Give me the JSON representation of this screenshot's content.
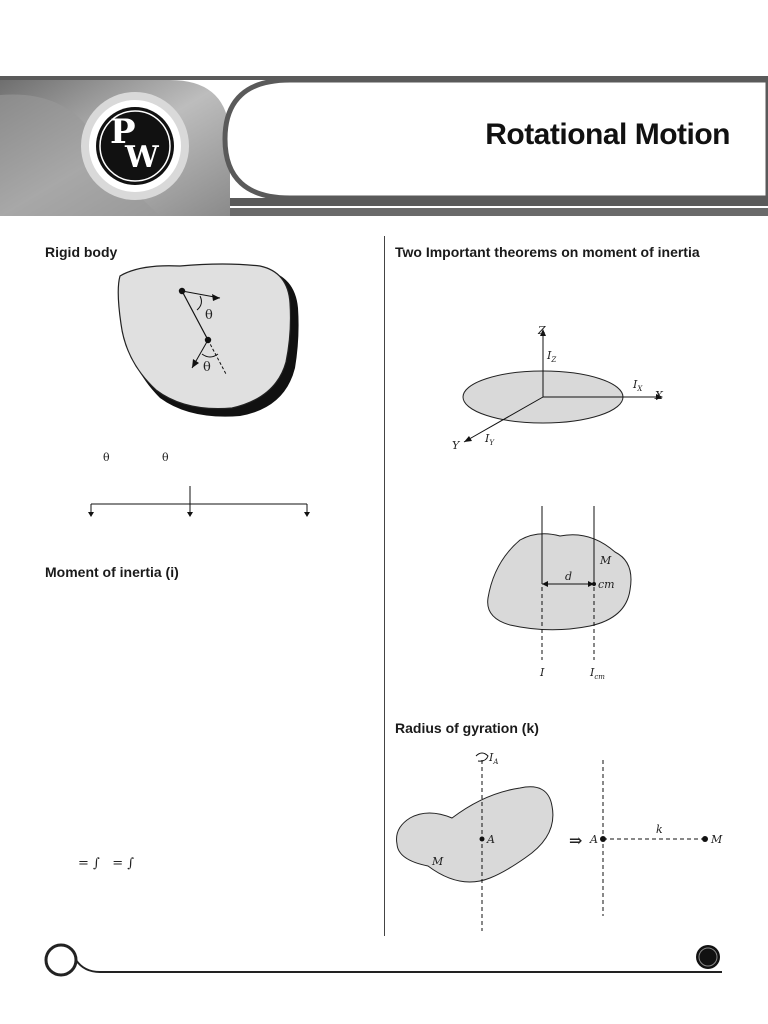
{
  "header": {
    "logo_text": "PW",
    "title": "Rotational Motion"
  },
  "left": {
    "rigid_body_title": "Rigid body",
    "theta_symbol": "θ",
    "theta_labels": [
      "θ",
      "θ"
    ],
    "moment_title": "Moment of inertia (i)",
    "integral_line": "= ∫   = ∫"
  },
  "right": {
    "theorems_title": "Two Important theorems on moment of inertia",
    "axes_labels": {
      "z": "Z",
      "x": "X",
      "y": "Y",
      "iz": "I",
      "iz_sub": "Z",
      "ix": "I",
      "ix_sub": "X",
      "iy": "I",
      "iy_sub": "Y"
    },
    "parallel_labels": {
      "m": "M",
      "cm": "cm",
      "d": "d",
      "i": "I",
      "icm": "I",
      "icm_sub": "cm"
    },
    "gyration_title": "Radius of gyration (k)",
    "gyration_labels": {
      "ia": "I",
      "ia_sub": "A",
      "a1": "A",
      "m1": "M",
      "arrow": "⇒",
      "a2": "A",
      "k": "k",
      "m2": "M"
    }
  }
}
